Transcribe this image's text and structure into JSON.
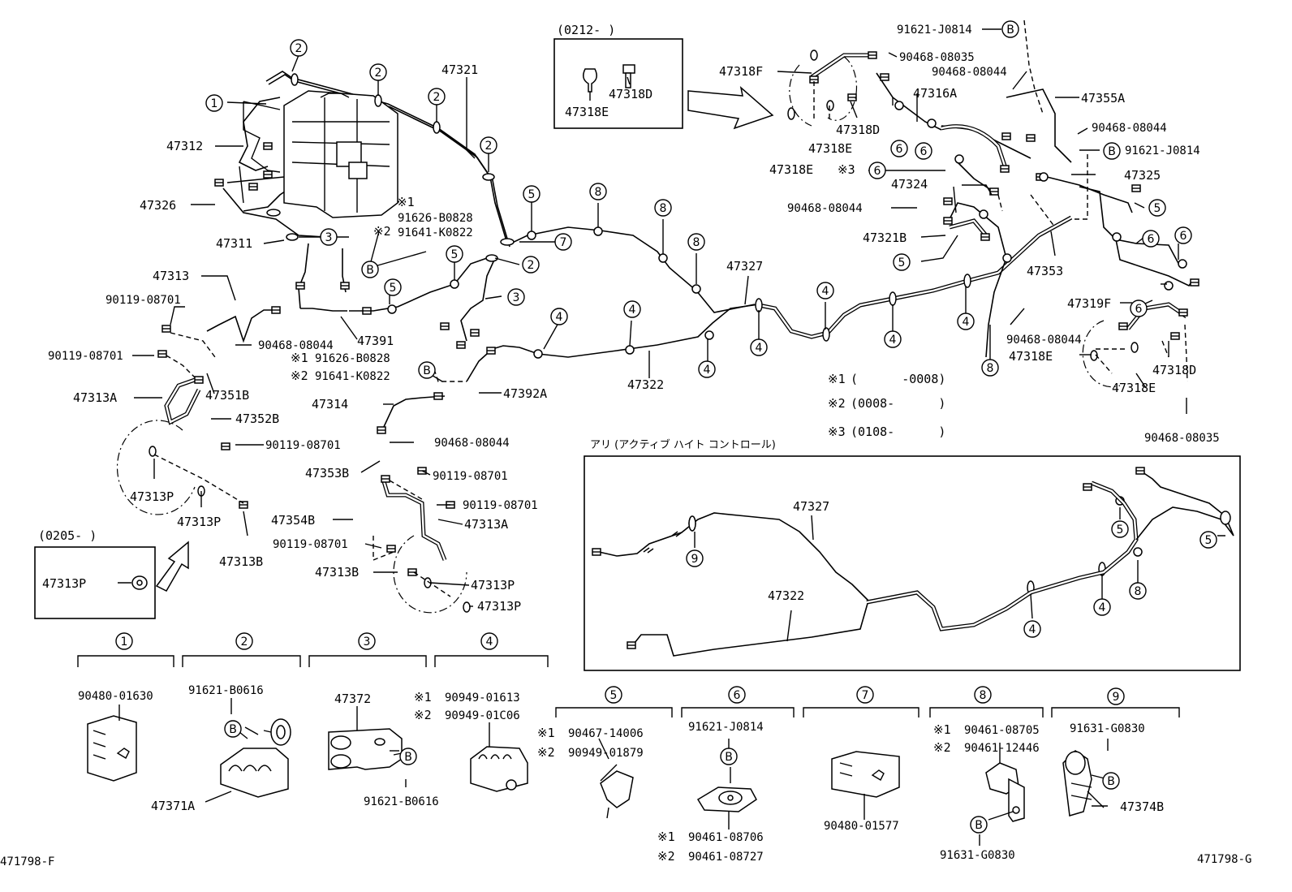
{
  "diagram": {
    "corner_codes": {
      "left": "471798-F",
      "right": "471798-G"
    },
    "footnote_lines": [
      {
        "mark": "※1",
        "text": "(      -0008)"
      },
      {
        "mark": "※2",
        "text": "(0008-      )"
      },
      {
        "mark": "※3",
        "text": "(0108-      )"
      }
    ],
    "inset_ahc_title": "アリ (アクティブ ハイト コントロール)",
    "inset_top_date": "(0212-      )",
    "inset_left_date": "(0205-      )",
    "callout_numbers": [
      "1",
      "2",
      "3",
      "4",
      "5",
      "6",
      "7",
      "8",
      "9"
    ],
    "labels": {
      "p47321": "47321",
      "p47312": "47312",
      "p47326": "47326",
      "p47311": "47311",
      "p47313": "47313",
      "p90119_a": "90119-08701",
      "p90468_a": "90468-08044",
      "p47391": "47391",
      "p90119_b": "90119-08701",
      "p47351B": "47351B",
      "p47313A_l": "47313A",
      "p47352B": "47352B",
      "p90119_c": "90119-08701",
      "p47313P_a": "47313P",
      "p47313P_b": "47313P",
      "p47313B_l": "47313B",
      "p47313P_box": "47313P",
      "m1_a": "※1",
      "p91626_a": "91626-B0828",
      "m2_a": "※2",
      "p91641_a": "91641-K0822",
      "m1_b": "※1",
      "p91626_b": "91626-B0828",
      "m2_b": "※2",
      "p91641_b": "91641-K0822",
      "p47392A": "47392A",
      "p47314": "47314",
      "p90468_b": "90468-08044",
      "p47353B": "47353B",
      "p90119_d": "90119-08701",
      "p90119_e": "90119-08701",
      "p47354B": "47354B",
      "p47313A_c": "47313A",
      "p90119_f": "90119-08701",
      "p47313B_c": "47313B",
      "p47313P_c": "47313P",
      "p47313P_d": "47313P",
      "p47318E_box": "47318E",
      "p47318D_box": "47318D",
      "p47327": "47327",
      "p47322": "47322",
      "p91621_top": "91621-J0814",
      "p90468_08035_top": "90468-08035",
      "p47318F": "47318F",
      "p90468_r1": "90468-08044",
      "p47316A": "47316A",
      "p47355A": "47355A",
      "p47318D_r": "47318D",
      "p47318E_r1": "47318E",
      "p47318E_r2": "47318E",
      "m3": "※3",
      "p90468_r2": "90468-08044",
      "p91621_r": "91621-J0814",
      "p47324": "47324",
      "p47325": "47325",
      "p90468_r3": "90468-08044",
      "p47321B": "47321B",
      "p47353": "47353",
      "p90468_r4": "90468-08044",
      "p47319F": "47319F",
      "p47318E_r3": "47318E",
      "p47318D_r2": "47318D",
      "p47318E_r4": "47318E",
      "p90468_08035_r": "90468-08035",
      "p47327_i": "47327",
      "p47322_i": "47322"
    },
    "legend": {
      "g1": {
        "num": "1",
        "parts": [
          "90480-01630"
        ]
      },
      "g2": {
        "num": "2",
        "parts": [
          "91621-B0616",
          "47371A"
        ]
      },
      "g3": {
        "num": "3",
        "parts": [
          "47372",
          "91621-B0616"
        ]
      },
      "g4": {
        "num": "4",
        "mark1": "※1",
        "part1": "90949-01613",
        "mark2": "※2",
        "part2": "90949-01C06"
      },
      "g5": {
        "num": "5",
        "mark1": "※1",
        "part1": "90467-14006",
        "mark2": "※2",
        "part2": "90949-01879"
      },
      "g6": {
        "num": "6",
        "top": "91621-J0814",
        "mark1": "※1",
        "part1": "90461-08706",
        "mark2": "※2",
        "part2": "90461-08727"
      },
      "g7": {
        "num": "7",
        "part": "90480-01577"
      },
      "g8": {
        "num": "8",
        "mark1": "※1",
        "part1": "90461-08705",
        "mark2": "※2",
        "part2": "90461-12446",
        "bottom": "91631-G0830"
      },
      "g9": {
        "num": "9",
        "top": "91631-G0830",
        "part": "47374B"
      }
    },
    "b_marker": "B"
  }
}
